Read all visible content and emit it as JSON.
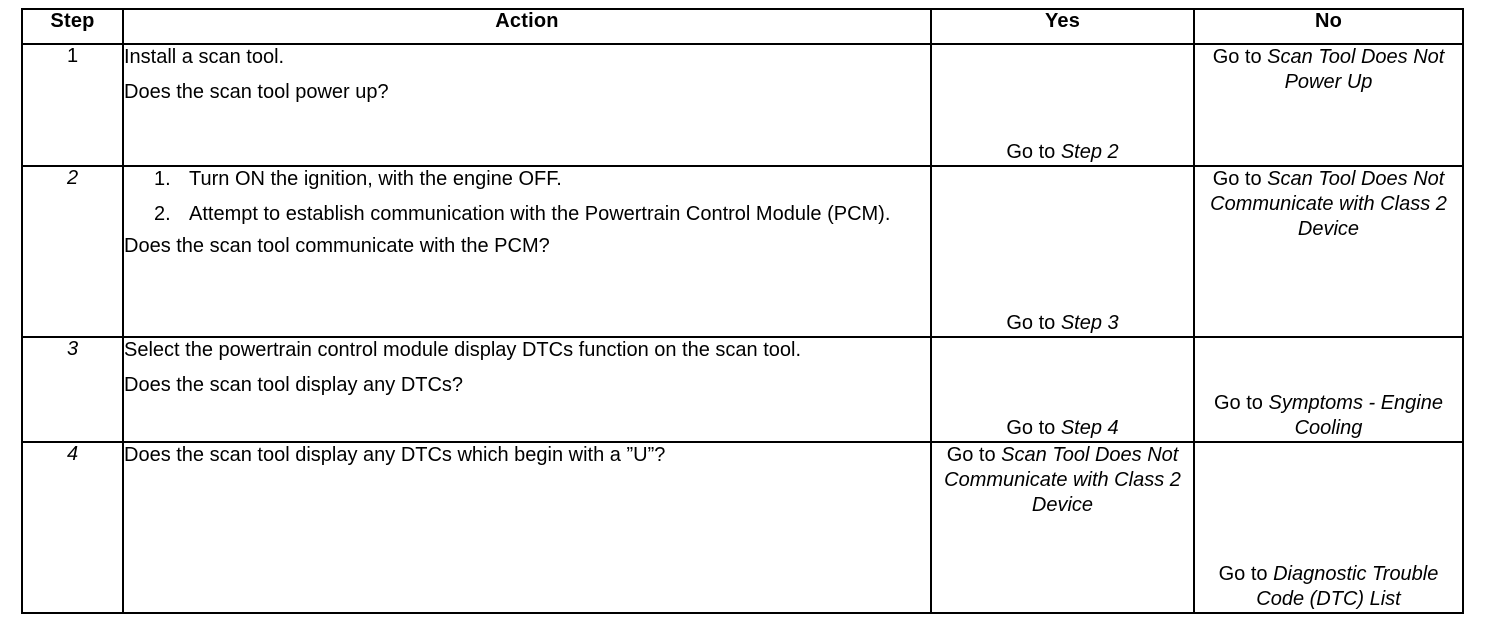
{
  "table": {
    "headers": {
      "step": "Step",
      "action": "Action",
      "yes": "Yes",
      "no": "No"
    },
    "rows": [
      {
        "step": "1",
        "action": {
          "lines": [
            "Install a scan tool.",
            "Does the scan tool power up?"
          ],
          "list": []
        },
        "yes": {
          "prefix": "Go to ",
          "target": "Step 2"
        },
        "no": {
          "prefix": "Go to ",
          "target": "Scan Tool Does Not Power Up"
        }
      },
      {
        "step": "2",
        "action": {
          "lines": [
            "Does the scan tool communicate with the PCM?"
          ],
          "list": [
            {
              "num": "1.",
              "text": "Turn ON the ignition, with the engine OFF."
            },
            {
              "num": "2.",
              "text": "Attempt to establish communication with the Powertrain Control Module (PCM)."
            }
          ]
        },
        "yes": {
          "prefix": "Go to ",
          "target": "Step 3"
        },
        "no": {
          "prefix": "Go to ",
          "target": "Scan Tool Does Not Communicate with Class 2 Device"
        }
      },
      {
        "step": "3",
        "action": {
          "lines": [
            "Select the powertrain control module display DTCs function on the scan tool.",
            "Does the scan tool display any DTCs?"
          ],
          "list": []
        },
        "yes": {
          "prefix": "Go to ",
          "target": "Step 4"
        },
        "no": {
          "prefix": "Go to ",
          "target": "Symptoms - Engine Cooling"
        }
      },
      {
        "step": "4",
        "action": {
          "lines": [
            "Does the scan tool display any DTCs which begin with a ”U”?"
          ],
          "list": []
        },
        "yes": {
          "prefix": "Go to ",
          "target": "Scan Tool Does Not Communicate with Class 2 Device"
        },
        "no": {
          "prefix": "Go to ",
          "target": "Diagnostic Trouble Code (DTC) List"
        }
      }
    ]
  }
}
